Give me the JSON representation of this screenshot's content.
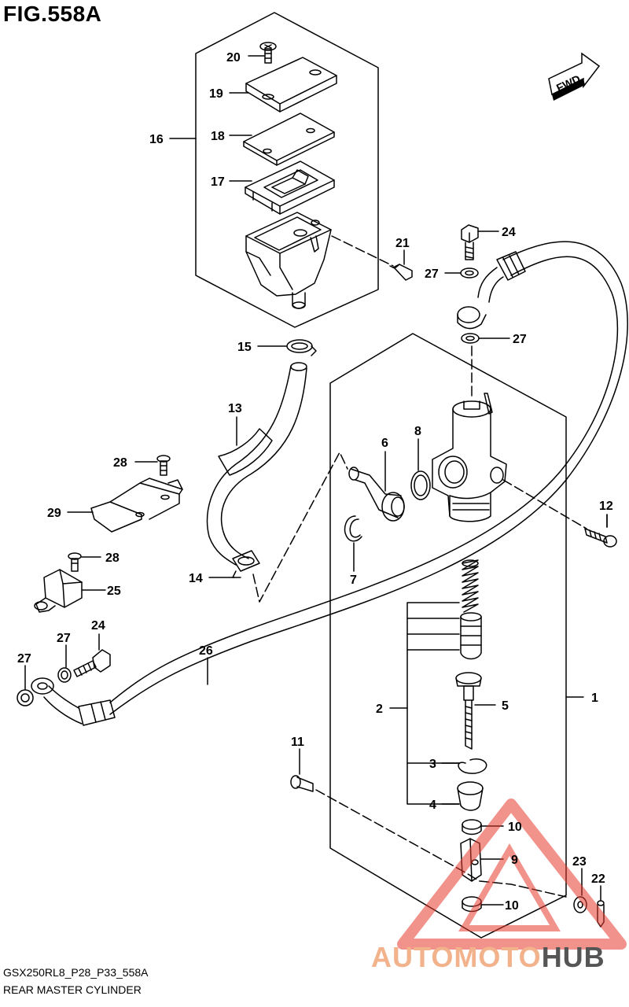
{
  "figure": {
    "title": "FIG.558A",
    "model_code": "GSX250RL8_P28_P33_558A",
    "subtitle": "REAR MASTER CYLINDER",
    "fwd_label": "FWD"
  },
  "watermark": {
    "auto": "AUTO",
    "moto": "MOTO",
    "hub": "HUB",
    "accent_color": "#e63a2e"
  },
  "callouts": {
    "c1": "1",
    "c2": "2",
    "c3": "3",
    "c4": "4",
    "c5": "5",
    "c6": "6",
    "c7": "7",
    "c8": "8",
    "c9": "9",
    "c10a": "10",
    "c10b": "10",
    "c11": "11",
    "c12": "12",
    "c13": "13",
    "c14": "14",
    "c15": "15",
    "c16": "16",
    "c17": "17",
    "c18": "18",
    "c19": "19",
    "c20": "20",
    "c21": "21",
    "c22": "22",
    "c23": "23",
    "c24a": "24",
    "c24b": "24",
    "c25": "25",
    "c26": "26",
    "c27a": "27",
    "c27b": "27",
    "c27c": "27",
    "c27d": "27",
    "c28a": "28",
    "c28b": "28",
    "c29": "29"
  }
}
